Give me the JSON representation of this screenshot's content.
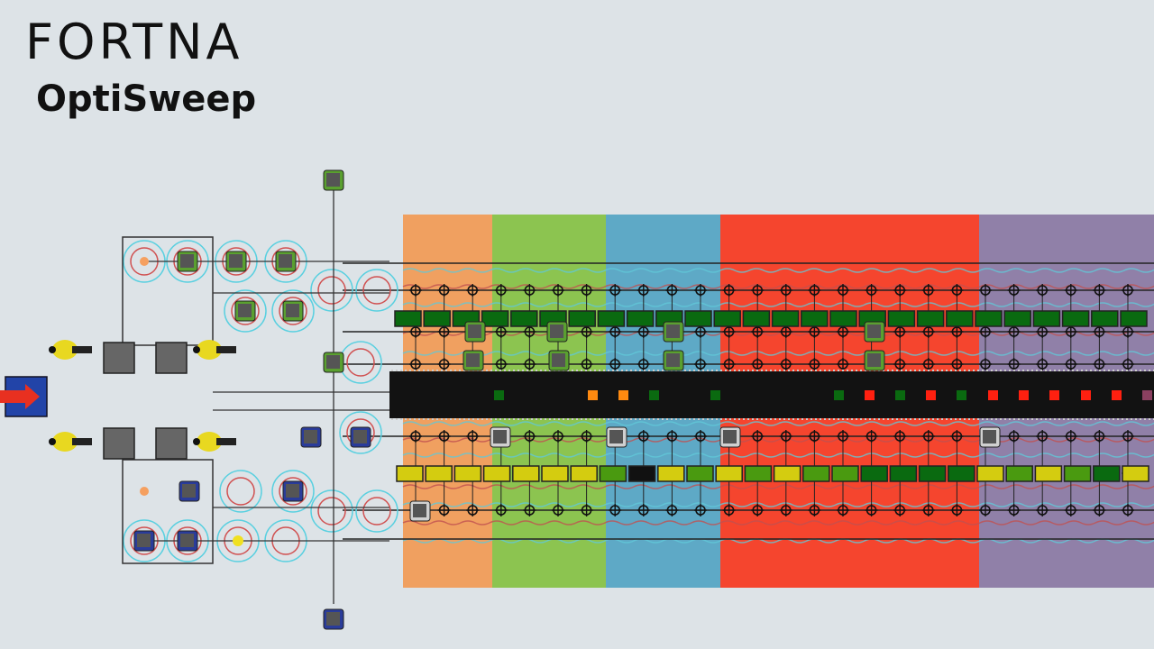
{
  "branding": {
    "company": "FORTNA",
    "product": "OptiSweep"
  },
  "colors": {
    "background": "#dde3e7",
    "zone_orange": "#f0a060",
    "zone_green": "#8cc450",
    "zone_blue": "#5ea9c6",
    "zone_red": "#f5452e",
    "zone_purple": "#9080a8",
    "main_conveyor": "#121212",
    "tote_green": "#0a6a10",
    "tote_yellow": "#d4cc10",
    "tote_lightgreen": "#4a9a10",
    "indicator_green": "#0a6a10",
    "indicator_orange": "#ff8a10",
    "indicator_red": "#ff2010",
    "robot_green": "#5aa030",
    "robot_blue": "#2a3c9a"
  },
  "zones": [
    {
      "name": "orange-zone",
      "color": "#f0a060"
    },
    {
      "name": "green-zone",
      "color": "#8cc450"
    },
    {
      "name": "blue-zone",
      "color": "#5ea9c6"
    },
    {
      "name": "red-zone",
      "color": "#f5452e"
    },
    {
      "name": "purple-zone",
      "color": "#9080a8"
    }
  ],
  "main_conveyor": {
    "indicators": [
      "green",
      "orange",
      "orange",
      "green",
      "green",
      "green",
      "red",
      "green",
      "red",
      "green",
      "red",
      "red",
      "red",
      "red",
      "red",
      "purple"
    ]
  },
  "upper_tote_row": [
    "green",
    "green",
    "green",
    "green",
    "green",
    "green",
    "green",
    "green",
    "green",
    "green",
    "green",
    "green",
    "green",
    "green",
    "green",
    "green",
    "green",
    "green",
    "green",
    "green",
    "green",
    "green",
    "green",
    "green",
    "green",
    "green"
  ],
  "lower_tote_row": [
    "yellow",
    "yellow",
    "yellow",
    "yellow",
    "yellow",
    "yellow",
    "yellow",
    "lightgreen",
    "black",
    "yellow",
    "lightgreen",
    "yellow",
    "lightgreen",
    "yellow",
    "lightgreen",
    "lightgreen",
    "green",
    "green",
    "green",
    "green",
    "yellow",
    "lightgreen",
    "yellow",
    "lightgreen",
    "green",
    "yellow"
  ],
  "icons": {
    "entry": "red-arrow-icon",
    "worker": "worker-icon",
    "robot": "robot-icon",
    "node": "crosshair-node-icon"
  }
}
